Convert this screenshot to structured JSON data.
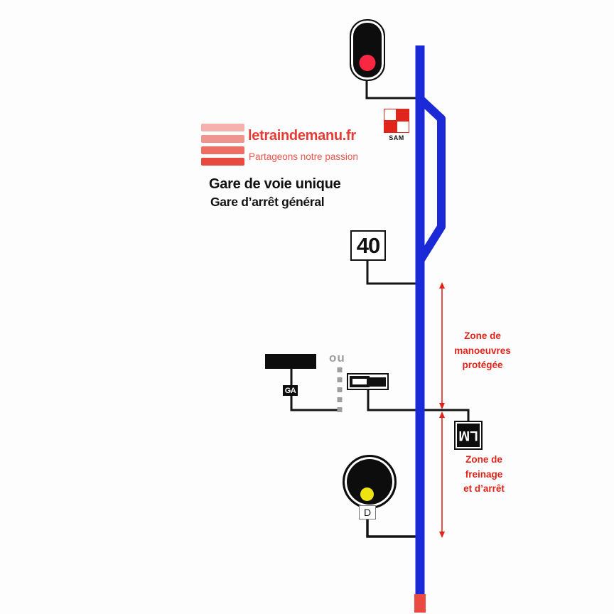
{
  "page": {
    "site": "letraindemanu.fr",
    "tagline": "Partageons notre passion",
    "title_line1": "Gare de voie unique",
    "title_line2": "Gare d’arrêt général"
  },
  "signs": {
    "sam_label": "SAM",
    "speed_limit": "40",
    "ga_label": "GA",
    "or_label": "ou",
    "lm_label": "LM",
    "disc_label": "D"
  },
  "zones": {
    "zone1": [
      "Zone de",
      "manoeuvres",
      "protégée"
    ],
    "zone2": [
      "Zone de",
      "freinage",
      "et d’arrêt"
    ]
  },
  "colors": {
    "track_blue": "#1b2ad6",
    "track_end_red": "#ea4a42",
    "connector_black": "#141414",
    "signal_red_light": "#fa2742",
    "disc_yellow_light": "#f0e312",
    "zone_annotation_red": "#e0241a",
    "dashed_gray": "#9e9e9e",
    "sam_red": "#e0251a",
    "brand_red": "#e63c36",
    "logo_stripe_1": "#f5b1ad",
    "logo_stripe_2": "#f0958e",
    "logo_stripe_3": "#ec6e64",
    "logo_stripe_4": "#e74b40"
  }
}
